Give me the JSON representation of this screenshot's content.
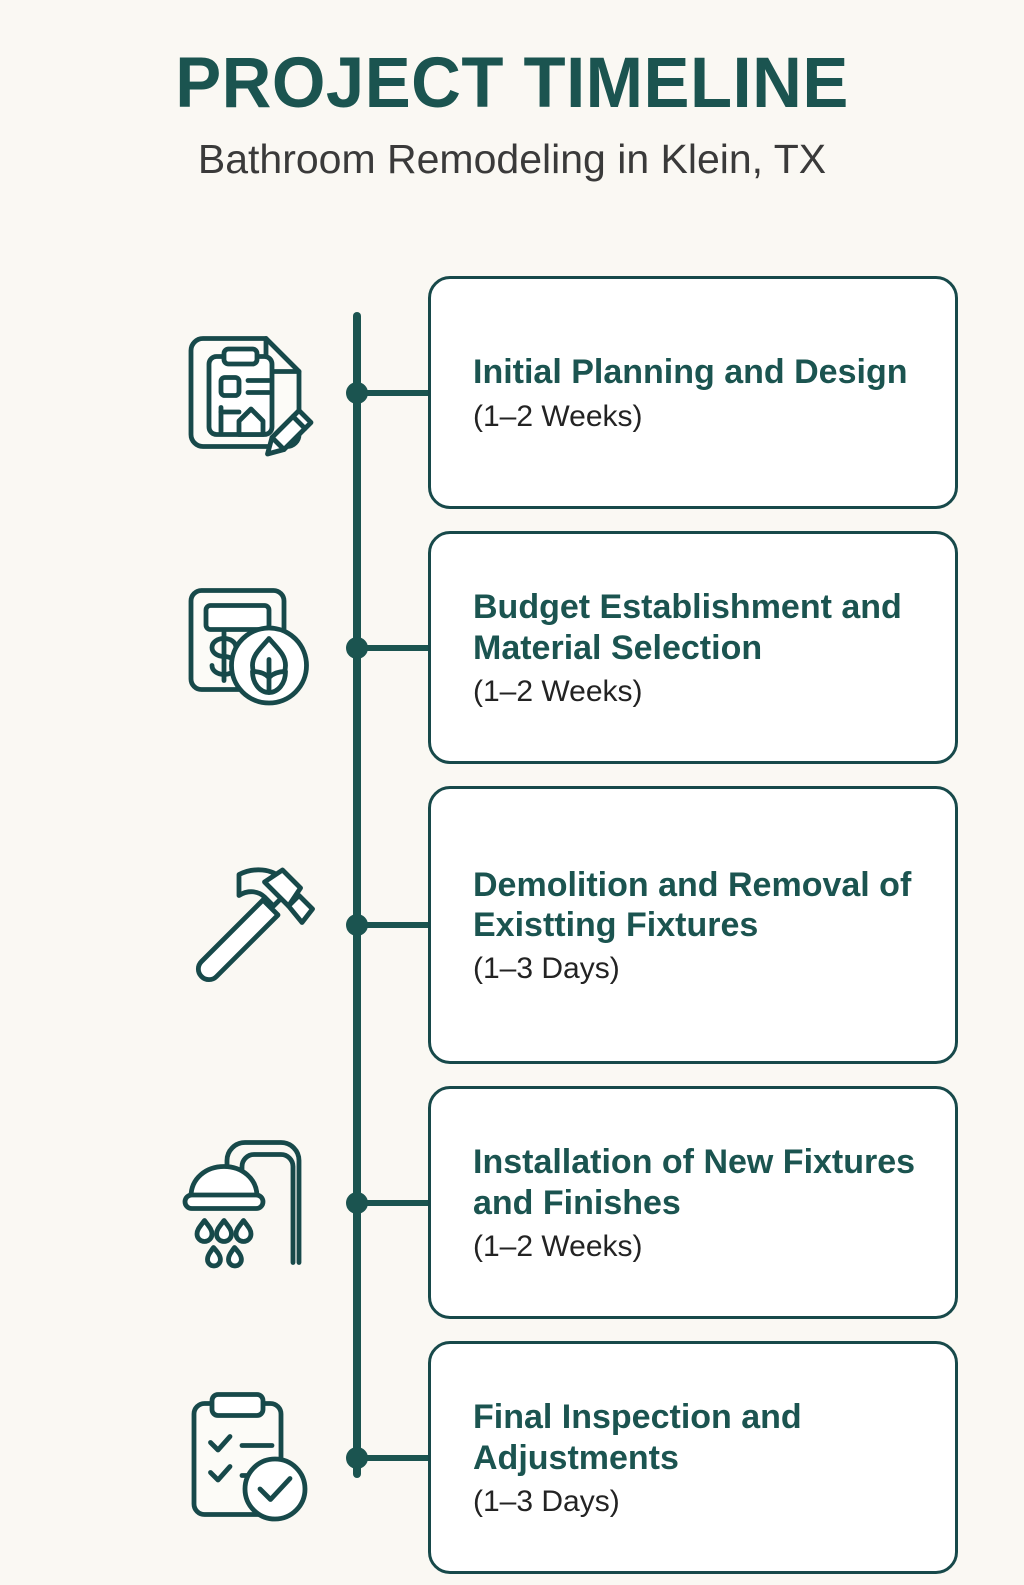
{
  "header": {
    "title": "PROJECT TIMELINE",
    "subtitle": "Bathroom Remodeling in Klein, TX"
  },
  "colors": {
    "background": "#faf8f3",
    "accent_teal": "#1b5450",
    "card_border": "#17494a",
    "card_fill": "#ffffff",
    "subtitle_gray": "#3a3a3a",
    "duration_text": "#232323"
  },
  "timeline": {
    "steps": [
      {
        "index": 1,
        "icon": "document-clipboard-pencil-icon",
        "title": "Initial Planning and Design",
        "duration": "(1–2 Weeks)"
      },
      {
        "index": 2,
        "icon": "calculator-dollar-leaf-icon",
        "title": "Budget Establishment and Material Selection",
        "duration": "(1–2 Weeks)"
      },
      {
        "index": 3,
        "icon": "hammer-icon",
        "title": "Demolition and Removal of Existting Fixtures",
        "duration": "(1–3 Days)"
      },
      {
        "index": 4,
        "icon": "shower-head-icon",
        "title": "Installation of New Fixtures and Finishes",
        "duration": "(1–2 Weeks)"
      },
      {
        "index": 5,
        "icon": "clipboard-checklist-check-icon",
        "title": "Final Inspection and Adjustments",
        "duration": "(1–3 Days)"
      }
    ]
  }
}
